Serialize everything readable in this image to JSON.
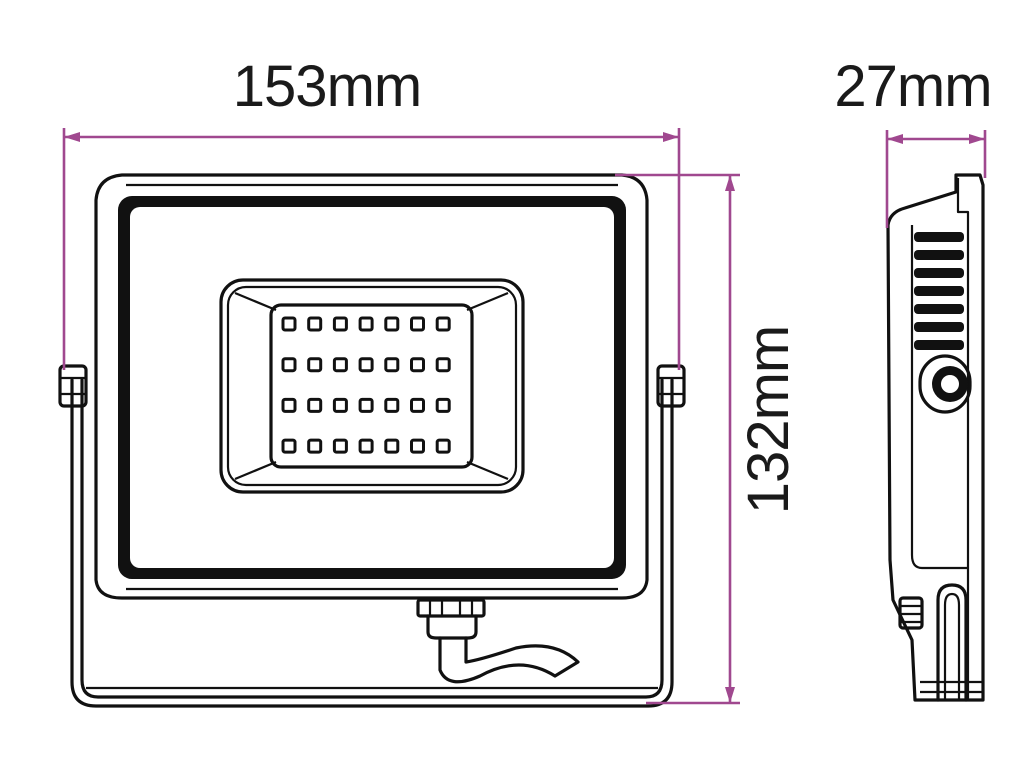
{
  "dimensions": {
    "width_label": "153mm",
    "height_label": "132mm",
    "depth_label": "27mm"
  },
  "led_grid": {
    "rows": 4,
    "columns": 7
  },
  "colors": {
    "dimension_line": "#a0488f",
    "outline": "#111111",
    "background": "#ffffff"
  }
}
